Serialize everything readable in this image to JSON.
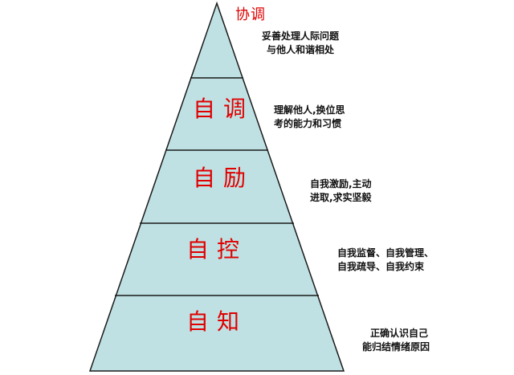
{
  "colors": {
    "fill": "#bfe1e3",
    "outline": "#1a1a1a",
    "label": "#e00000",
    "text": "#111111"
  },
  "levels": [
    {
      "label": "协调",
      "description": [
        "妥善处理人际问题",
        "与他人和谐相处"
      ]
    },
    {
      "label": "自调",
      "description": [
        "理解他人,换位思",
        "考的能力和习惯"
      ]
    },
    {
      "label": "自励",
      "description": [
        "自我激励,主动",
        "进取,求实坚毅"
      ]
    },
    {
      "label": "自控",
      "description": [
        "自我监督、自我管理、",
        "自我疏导、自我约束"
      ]
    },
    {
      "label": "自知",
      "description": [
        "正确认识自己",
        "能归结情绪原因"
      ]
    }
  ]
}
